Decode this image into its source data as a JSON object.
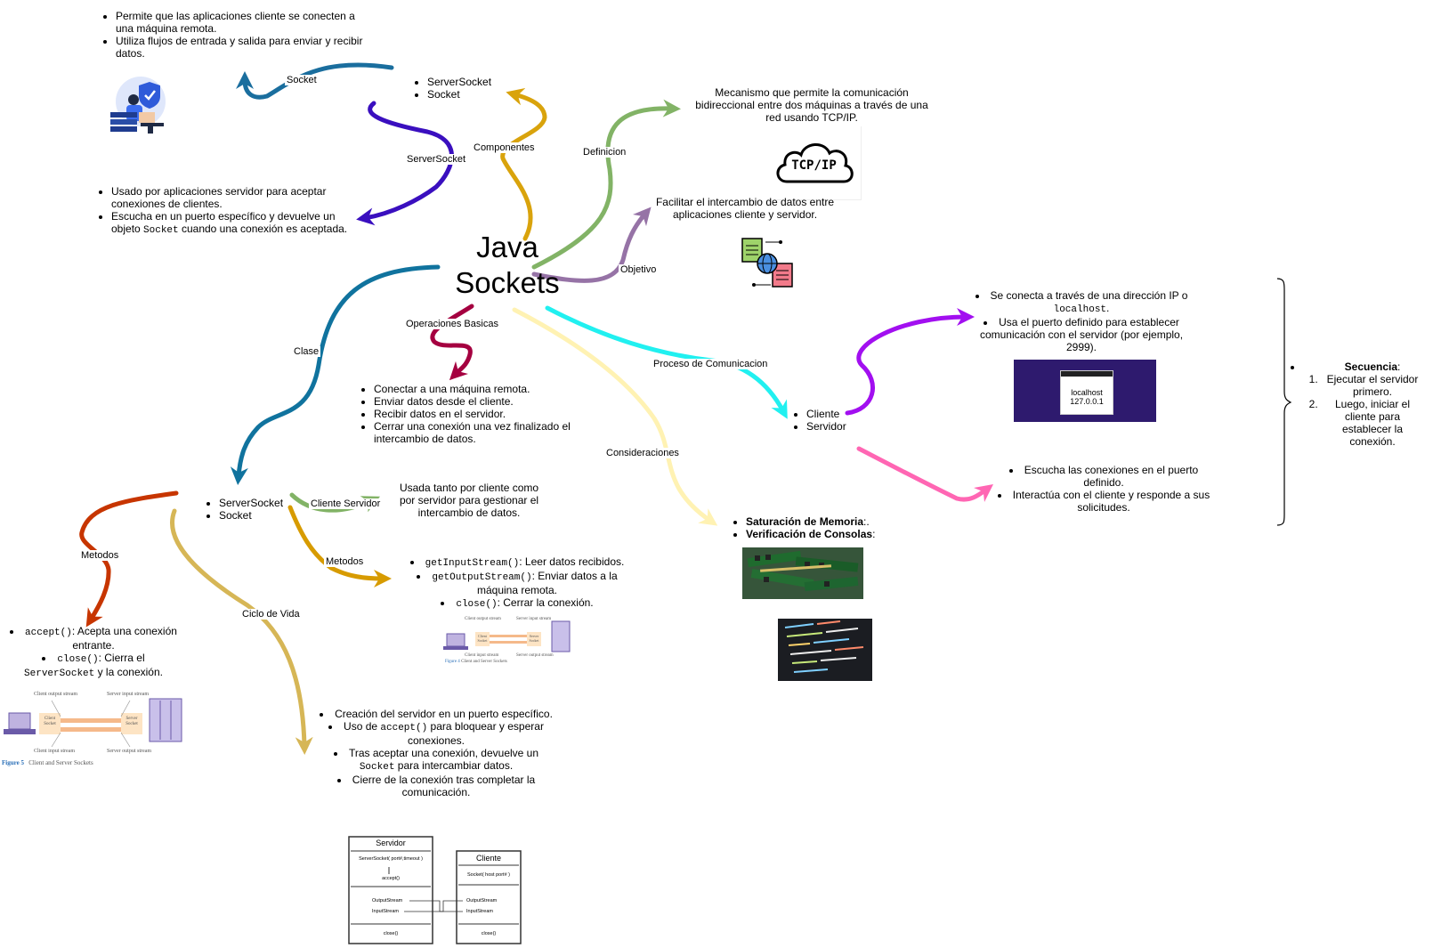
{
  "title": [
    "Java",
    "Sockets"
  ],
  "branches": {
    "componentes": "Componentes",
    "socket": "Socket",
    "serversocket": "ServerSocket",
    "definicion": "Definicion",
    "objetivo": "Objetivo",
    "operaciones": "Operaciones Basicas",
    "proceso": "Proceso de Comunicacion",
    "consideraciones": "Consideraciones",
    "clase": "Clase",
    "metodos_left": "Metodos",
    "ciclo": "Ciclo de Vida",
    "cliente_servidor": "Cliente Servidor",
    "metodos_mid": "Metodos"
  },
  "componentes_list": [
    "ServerSocket",
    "Socket"
  ],
  "socket_desc": [
    "Permite que las aplicaciones cliente se conecten a una máquina remota.",
    "Utiliza flujos de entrada y salida para enviar y recibir datos."
  ],
  "serversocket_desc": {
    "item1": "Usado por aplicaciones servidor para aceptar conexiones de clientes.",
    "item2_pre": "Escucha en un puerto específico y devuelve un objeto ",
    "item2_code": "Socket",
    "item2_post": " cuando una conexión es aceptada."
  },
  "definicion_text": "Mecanismo que permite la comunicación bidireccional entre dos máquinas a través de una red usando TCP/IP.",
  "tcp_label": "TCP/IP",
  "objetivo_text": "Facilitar el intercambio de datos entre aplicaciones cliente y servidor.",
  "operaciones_list": [
    "Conectar a una máquina remota.",
    "Enviar datos desde el cliente.",
    "Recibir datos en el servidor.",
    "Cerrar una conexión una vez finalizado el intercambio de datos."
  ],
  "proceso_list": [
    "Cliente",
    "Servidor"
  ],
  "cliente_desc": {
    "item1_pre": "Se conecta a través de una dirección IP o ",
    "item1_code": "localhost",
    "item1_post": ".",
    "item2": "Usa el puerto definido para establecer comunicación con el servidor (por ejemplo, 2999)."
  },
  "localhost_img": {
    "line1": "localhost",
    "line2": "127.0.0.1"
  },
  "servidor_desc": [
    "Escucha las conexiones en el puerto definido.",
    "Interactúa con el cliente y responde a sus solicitudes."
  ],
  "secuencia": {
    "title": "Secuencia",
    "colon": ":",
    "steps": [
      "Ejecutar el servidor primero.",
      "Luego, iniciar el cliente para establecer la conexión."
    ]
  },
  "consideraciones_list": [
    {
      "bold": "Saturación de Memoria",
      "rest": ":."
    },
    {
      "bold": "Verificación de Consolas",
      "rest": ":"
    }
  ],
  "clase_list": [
    "ServerSocket",
    "Socket"
  ],
  "cliente_servidor_text": "Usada tanto por cliente como por servidor para gestionar el intercambio de datos.",
  "metodos_mid_list": [
    {
      "code": "getInputStream()",
      "text": ": Leer datos recibidos."
    },
    {
      "code": "getOutputStream()",
      "text": ": Enviar datos a la máquina remota."
    },
    {
      "code": "close()",
      "text": ": Cerrar la conexión."
    }
  ],
  "metodos_left_list": {
    "i1_code": "accept()",
    "i1_text": ": Acepta una conexión entrante.",
    "i2_code": "close()",
    "i2_text": ": Cierra el ",
    "i2_code2": "ServerSocket",
    "i2_text2": " y la conexión."
  },
  "ciclo_list": {
    "i1": "Creación del servidor en un puerto específico.",
    "i2_pre": "Uso de ",
    "i2_code": "accept()",
    "i2_post": " para bloquear y esperar conexiones.",
    "i3_pre": "Tras aceptar una conexión, devuelve un ",
    "i3_code": "Socket",
    "i3_post": " para intercambiar datos.",
    "i4": "Cierre de la conexión tras completar la comunicación."
  },
  "figure_small": {
    "top_left": "Client output stream",
    "top_right": "Server input stream",
    "bottom_left": "Client input stream",
    "bottom_right": "Server output stream",
    "client": "Client Socket",
    "server": "Server Socket",
    "fig": "Figure 5",
    "caption": "Client and Server Sockets"
  },
  "figure_mid": {
    "top_left": "Client output stream",
    "top_right": "Server input stream",
    "bottom_left": "Client input stream",
    "bottom_right": "Server output stream",
    "client": "Client Socket",
    "server": "Server Socket",
    "fig": "Figure 4",
    "caption": "Client and Server Sockets"
  },
  "uml": {
    "servidor": "Servidor",
    "cliente": "Cliente",
    "s1": "ServerSocket( port#,timeout )",
    "s2": "accept()",
    "s3": "OutputStream",
    "s4": "InputStream",
    "s5": "close()",
    "c1": "Socket( host port# )",
    "c2": "OutputStream",
    "c3": "InputStream",
    "c4": "close()"
  },
  "colors": {
    "socket": "#1a6e9e",
    "serversocket": "#3a0fbf",
    "componentes": "#d9a30c",
    "definicion": "#82b366",
    "objetivo": "#9673a6",
    "operaciones": "#a50040",
    "proceso": "#21f0f0",
    "consideraciones": "#fff2b3",
    "clase": "#10739e",
    "metodos_left": "#c73500",
    "ciclo": "#d6b656",
    "cliente_servidor": "#82b366",
    "metodos_mid": "#d79b00",
    "cliente": "#a20ff0",
    "servidor": "#ff66b3"
  }
}
